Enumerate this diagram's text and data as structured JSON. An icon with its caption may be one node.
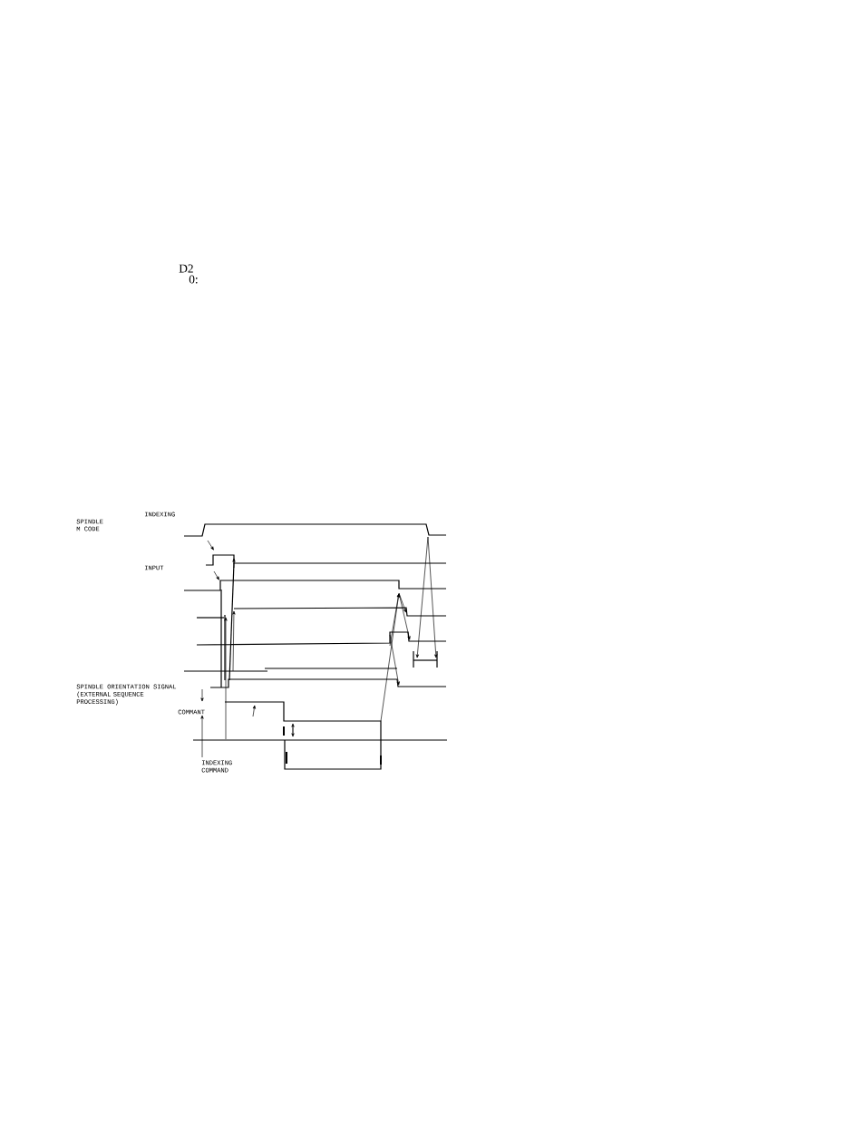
{
  "diagram": {
    "labels": [
      "D2",
      "0:",
      "INDEXING",
      "SPINDLE",
      "M CODE",
      "INPUT",
      "SPINDLE ORIENTATION SIGNAL",
      "(EXTERNAL SEQUENCE PROCESSING)",
      "COMMANT",
      "INDEXING COMMAND"
    ]
  }
}
